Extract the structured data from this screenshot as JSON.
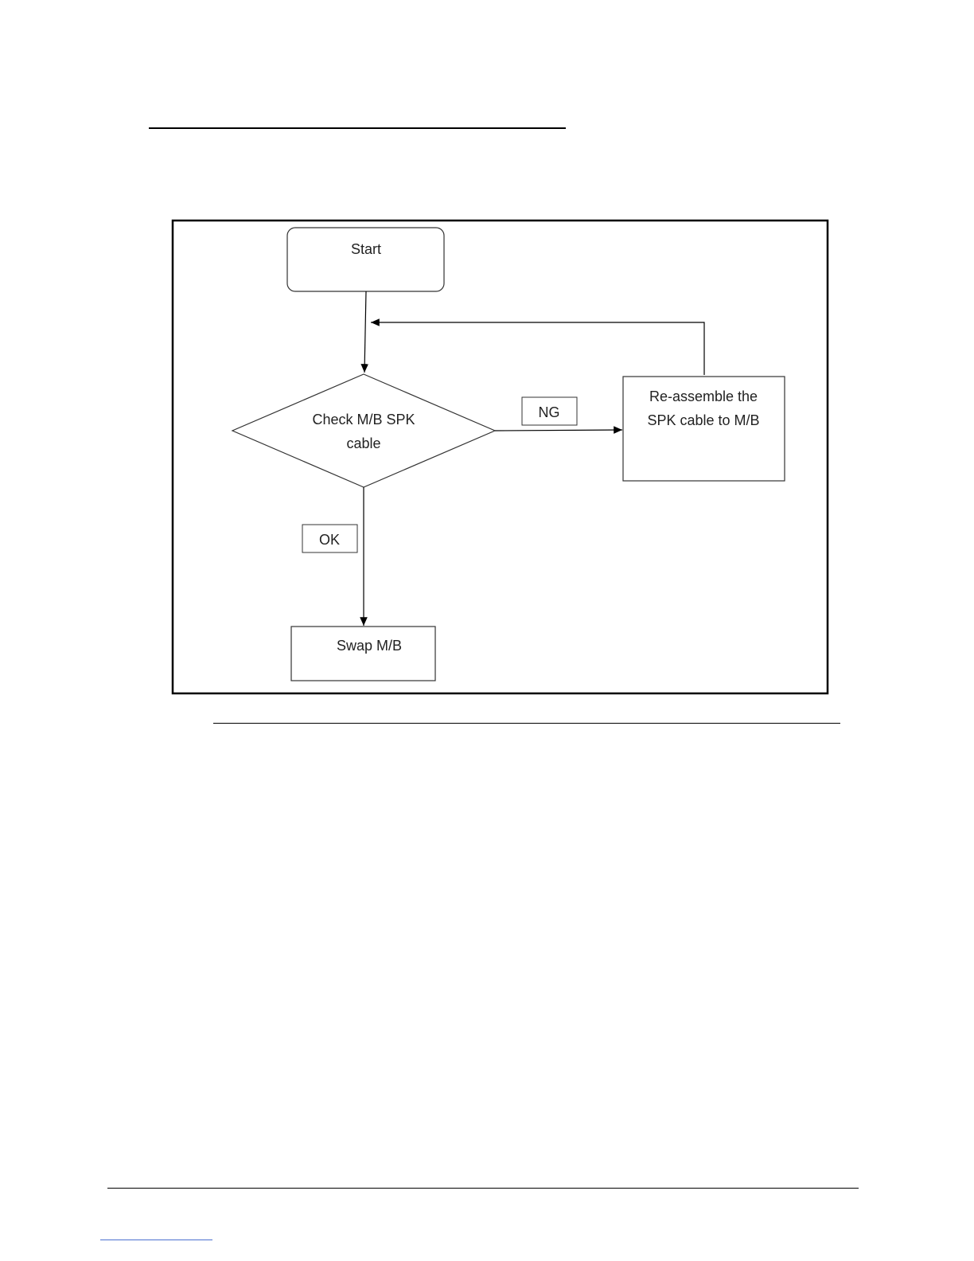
{
  "diagram": {
    "start": {
      "label": "Start"
    },
    "decision": {
      "line1": "Check M/B SPK",
      "line2": "cable"
    },
    "ng_label": "NG",
    "ok_label": "OK",
    "reassemble": {
      "line1": "Re-assemble the",
      "line2": "SPK cable to M/B"
    },
    "swap": {
      "label": "Swap M/B"
    }
  }
}
